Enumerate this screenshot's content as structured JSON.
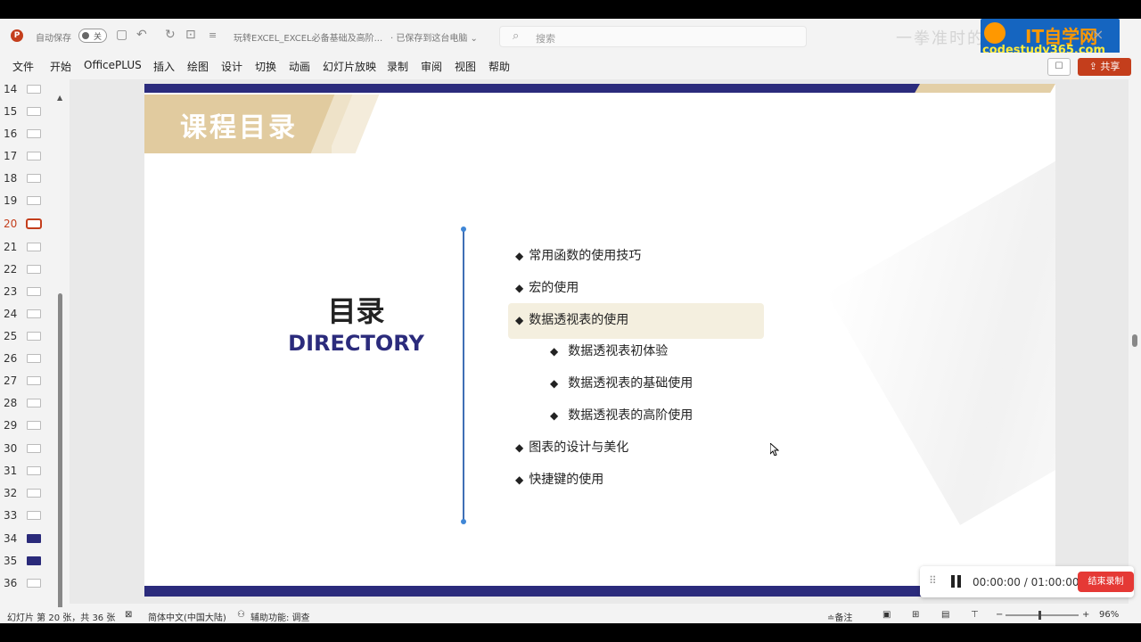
{
  "titlebar": {
    "app_icon": "P",
    "autosave_label": "自动保存",
    "autosave_state": "关",
    "doc_title": "玩转EXCEL_EXCEL必备基础及高阶...",
    "saved_status": "· 已保存到这台电脑 ⌄",
    "search_placeholder": "搜索",
    "watermark": "一拳准时的狗",
    "logo_top": "IT自学网",
    "logo_bottom": "codestudy365.com",
    "close": "×"
  },
  "menu": {
    "items": [
      "文件",
      "开始",
      "OfficePLUS",
      "插入",
      "绘图",
      "设计",
      "切换",
      "动画",
      "幻灯片放映",
      "录制",
      "审阅",
      "视图",
      "帮助"
    ],
    "share_label": "⇪ 共享",
    "comment_label": "☐"
  },
  "thumbnails": {
    "numbers": [
      "14",
      "15",
      "16",
      "17",
      "18",
      "19",
      "20",
      "21",
      "22",
      "23",
      "24",
      "25",
      "26",
      "27",
      "28",
      "29",
      "30",
      "31",
      "32",
      "33",
      "34",
      "35",
      "36"
    ],
    "active": "20"
  },
  "slide": {
    "header_title": "课程目录",
    "title_cn": "目录",
    "title_en": "DIRECTORY",
    "items": [
      {
        "text": "常用函数的使用技巧",
        "level": 1
      },
      {
        "text": "宏的使用",
        "level": 1
      },
      {
        "text": "数据透视表的使用",
        "level": 1,
        "highlight": true
      },
      {
        "text": "数据透视表初体验",
        "level": 2
      },
      {
        "text": "数据透视表的基础使用",
        "level": 2
      },
      {
        "text": "数据透视表的高阶使用",
        "level": 2
      },
      {
        "text": "图表的设计与美化",
        "level": 1
      },
      {
        "text": "快捷键的使用",
        "level": 1
      }
    ],
    "bullet": "◆"
  },
  "status": {
    "slide_info": "幻灯片 第 20 张，共 36 张",
    "language": "简体中文(中国大陆)",
    "accessibility": "辅助功能: 调查",
    "notes": "≐备注",
    "zoom_minus": "−",
    "zoom_plus": "+",
    "zoom": "96%"
  },
  "recorder": {
    "time": "00:00:00 / 01:00:00",
    "end_label": "结束录制"
  }
}
